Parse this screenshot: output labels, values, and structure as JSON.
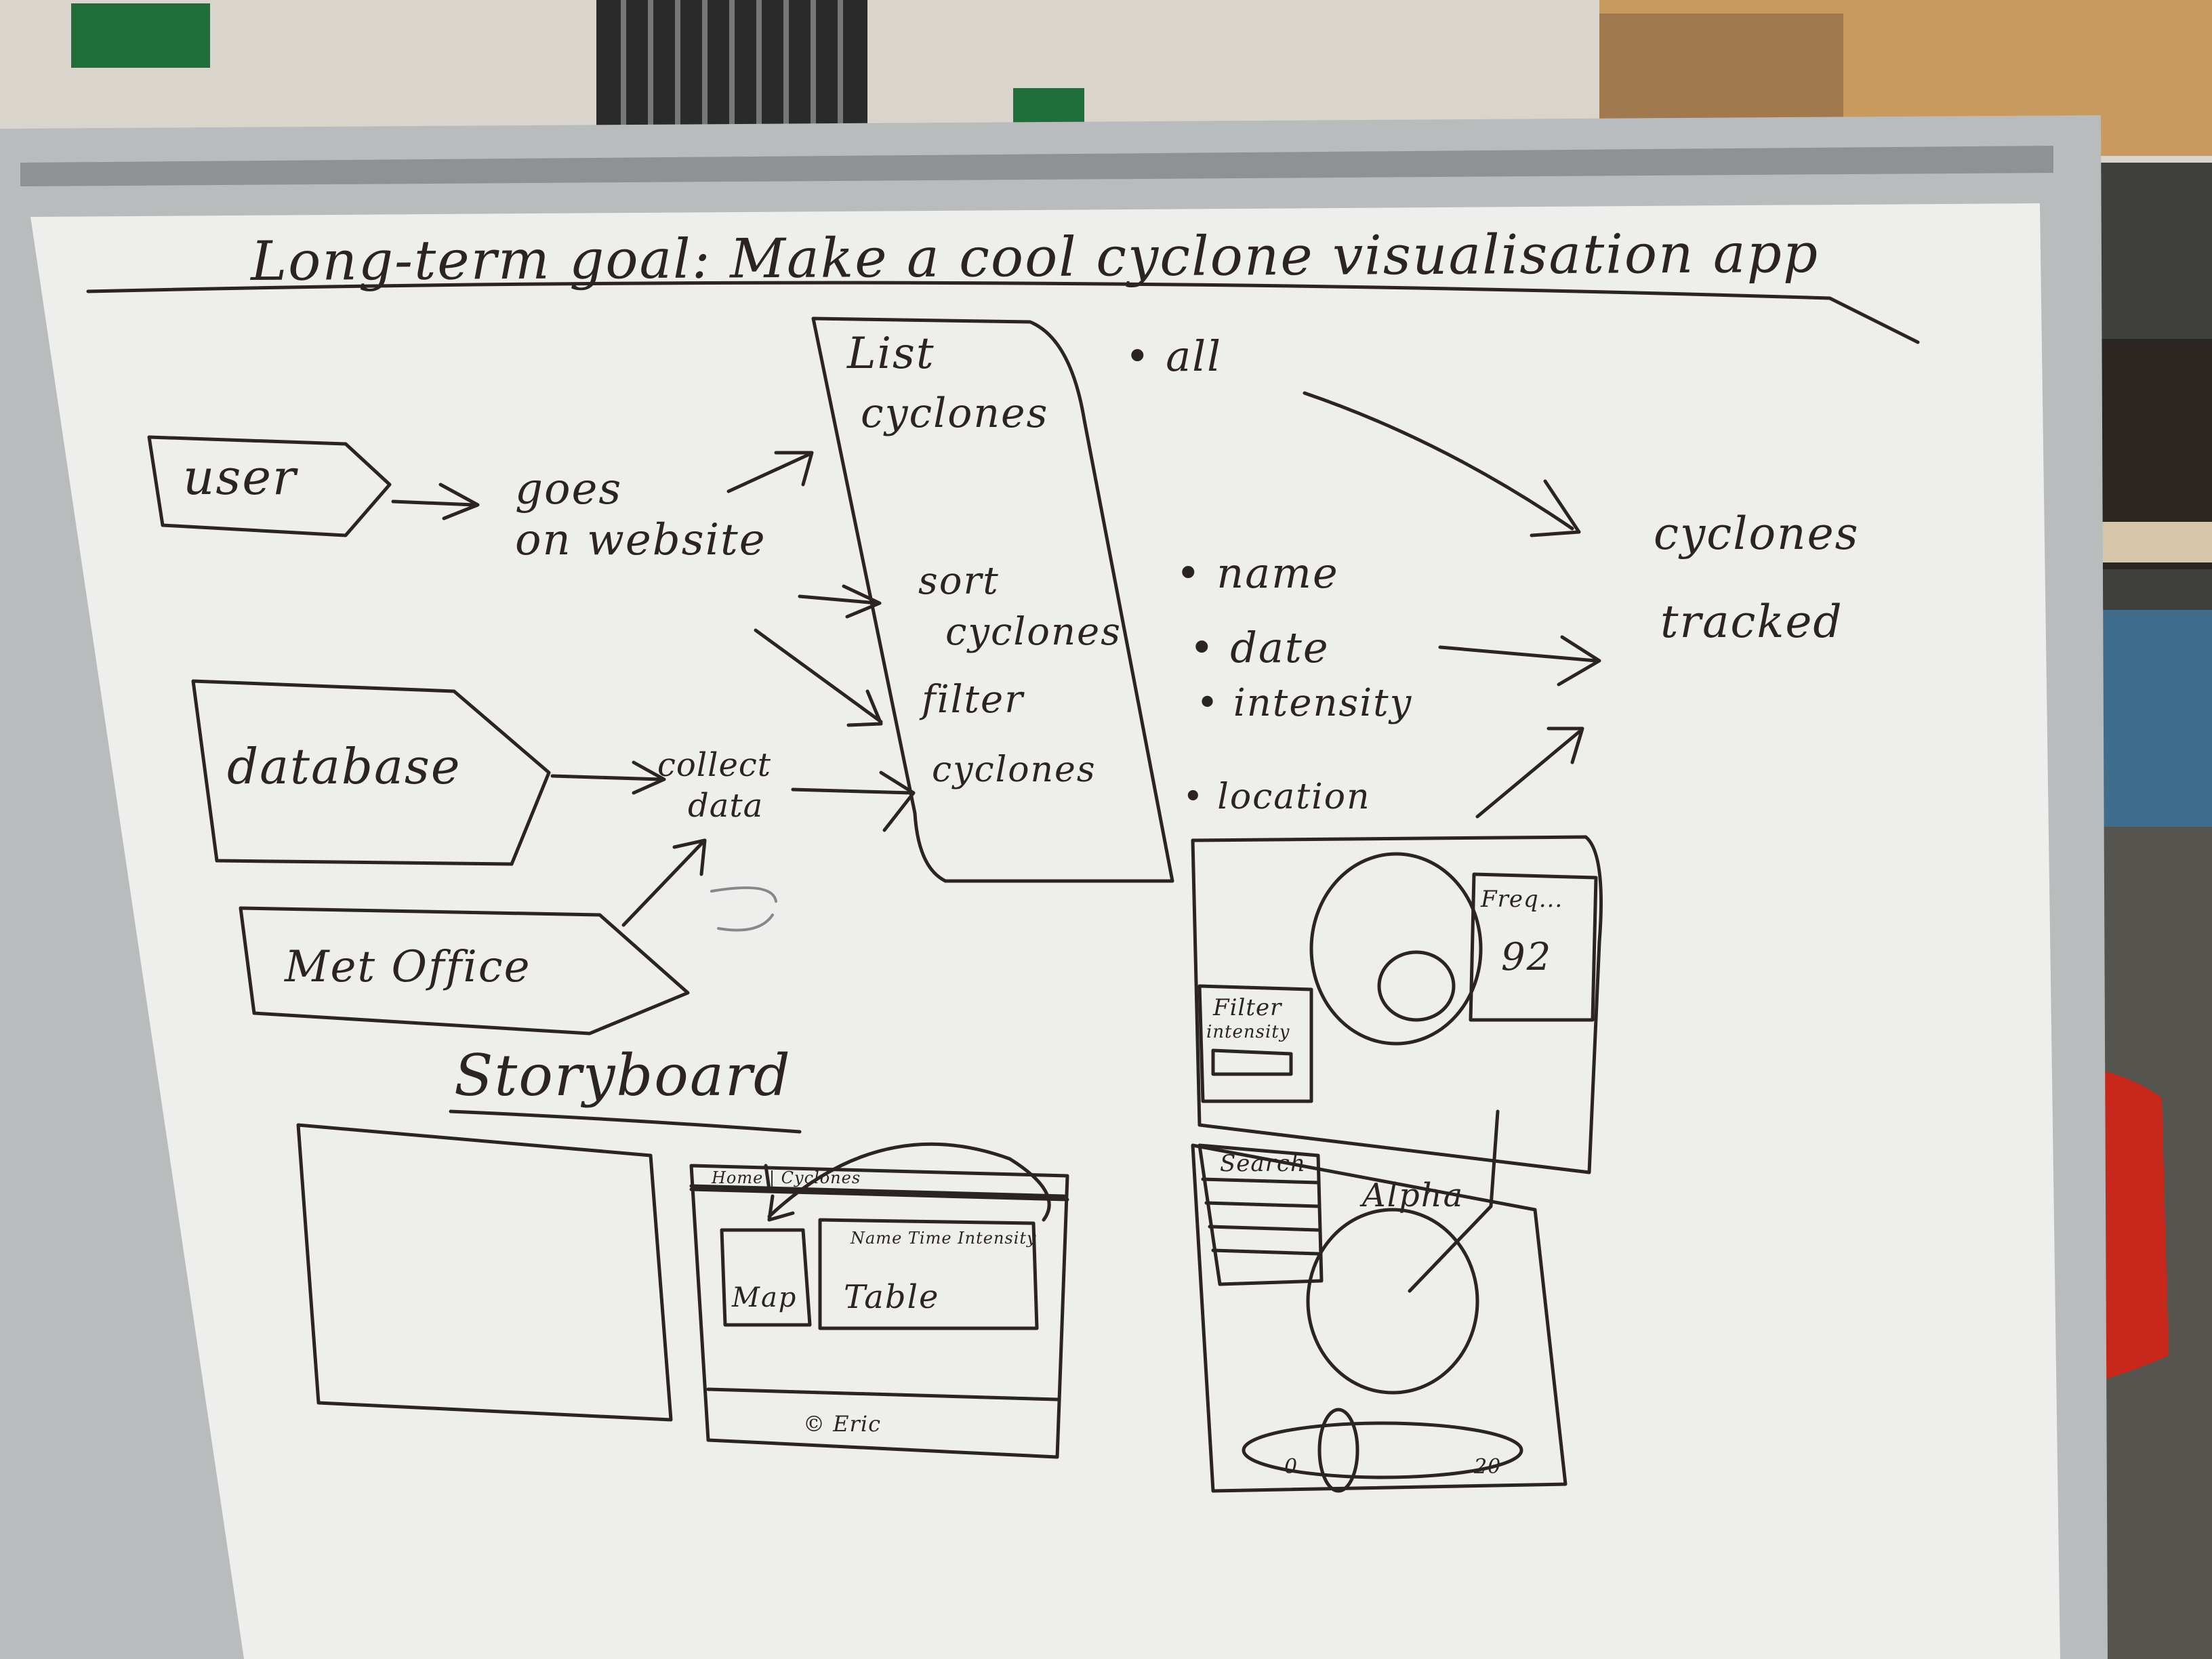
{
  "board": {
    "title": "Long-term goal: Make a cool cyclone visualisation app",
    "flow": {
      "user": "user",
      "goes_on_website": [
        "goes",
        "on website"
      ],
      "database": "database",
      "met_office": "Met Office",
      "collect_data": [
        "collect",
        "data"
      ],
      "list_panel": {
        "list": [
          "List",
          "cyclones"
        ],
        "sort": [
          "sort",
          "cyclones"
        ],
        "filter": [
          "filter",
          "cyclones"
        ]
      },
      "bullets": [
        "• all",
        "• name",
        "• date",
        "• intensity",
        "• location"
      ],
      "cyclones_tracked": [
        "cyclones",
        "tracked"
      ]
    },
    "storyboard": {
      "heading": "Storyboard",
      "nav": "Home | Cyclones",
      "table_header": "Name Time Intensity",
      "map_label": "Map",
      "table_label": "Table",
      "footer": "© Eric",
      "freq_label": "Freq...",
      "freq_value": "92",
      "filter_label": [
        "Filter",
        "intensity"
      ],
      "search_label": "Search",
      "alpha_label": "Alpha",
      "slider_min": "0",
      "slider_max": "20"
    }
  },
  "colors": {
    "ink": "#2b2420",
    "board": "#eeeeec",
    "frame": "#b9bcbc",
    "floor": "#3d3d3c",
    "chair": "#c8281c"
  }
}
